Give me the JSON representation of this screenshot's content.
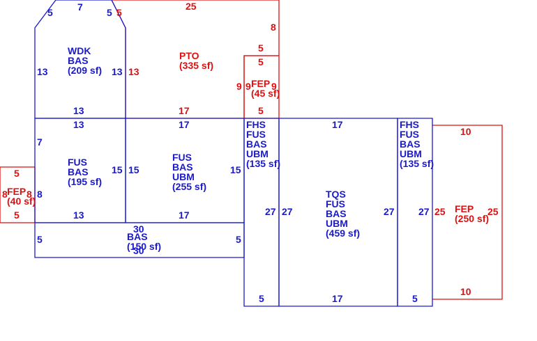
{
  "colors": {
    "living": "#1a1acc",
    "exterior": "#dd1111"
  },
  "areas": [
    {
      "id": "wdk",
      "codes": [
        "WDK",
        "BAS"
      ],
      "area": "(209 sf)",
      "color": "blue"
    },
    {
      "id": "pto",
      "codes": [
        "PTO"
      ],
      "area": "(335 sf)",
      "color": "red"
    },
    {
      "id": "fep_top",
      "codes": [
        "FEP"
      ],
      "area": "(45 sf)",
      "color": "red"
    },
    {
      "id": "fus_left",
      "codes": [
        "FUS",
        "BAS"
      ],
      "area": "(195 sf)",
      "color": "blue"
    },
    {
      "id": "fus_mid",
      "codes": [
        "FUS",
        "BAS",
        "UBM"
      ],
      "area": "(255 sf)",
      "color": "blue"
    },
    {
      "id": "fhs_left",
      "codes": [
        "FHS",
        "FUS",
        "BAS",
        "UBM"
      ],
      "area": "(135 sf)",
      "color": "blue"
    },
    {
      "id": "tqs",
      "codes": [
        "TQS",
        "FUS",
        "BAS",
        "UBM"
      ],
      "area": "(459 sf)",
      "color": "blue"
    },
    {
      "id": "fhs_right",
      "codes": [
        "FHS",
        "FUS",
        "BAS",
        "UBM"
      ],
      "area": "(135 sf)",
      "color": "blue"
    },
    {
      "id": "fep_left",
      "codes": [
        "FEP"
      ],
      "area": "(40 sf)",
      "color": "red"
    },
    {
      "id": "bas_bottom",
      "codes": [
        "BAS"
      ],
      "area": "(150 sf)",
      "color": "blue"
    },
    {
      "id": "fep_right",
      "codes": [
        "FEP"
      ],
      "area": "(250 sf)",
      "color": "red"
    }
  ],
  "dims": {
    "wdk_top_left": "5",
    "wdk_top": "7",
    "wdk_top_right": "5",
    "pto_top_left": "5",
    "pto_top": "25",
    "pto_right": "8",
    "fep_top_top": "5",
    "fep_top_left_ext": "9",
    "fep_top_left": "9",
    "fep_top_right": "9",
    "fep_top_bottom": "5",
    "pto_step": "5",
    "wdk_left": "13",
    "wdk_right": "13",
    "pto_left": "13",
    "wdk_bottom": "13",
    "fus_left_top": "13",
    "pto_bottom": "17",
    "fus_mid_top": "17",
    "fus_left_left": "7",
    "fus_left_right": "15",
    "fus_mid_left": "15",
    "fus_mid_right": "15",
    "fus_left_bottom": "13",
    "fus_mid_bottom": "17",
    "fep_left_top": "5",
    "fep_left_left": "8",
    "fep_left_right": "8",
    "fus_left_conn": "8",
    "fep_left_bottom": "5",
    "bas_top": "30",
    "bas_bottom": "30",
    "bas_left": "5",
    "bas_right": "5",
    "fhs_left_left": "27",
    "tqs_left": "27",
    "tqs_top": "17",
    "tqs_right": "27",
    "tqs_bottom": "17",
    "fhs_left_bottom": "5",
    "fhs_right_left": "27",
    "fhs_right_bottom": "5",
    "fep_right_left": "25",
    "fep_right_right": "25",
    "fep_right_top": "10",
    "fep_right_bottom": "10"
  }
}
